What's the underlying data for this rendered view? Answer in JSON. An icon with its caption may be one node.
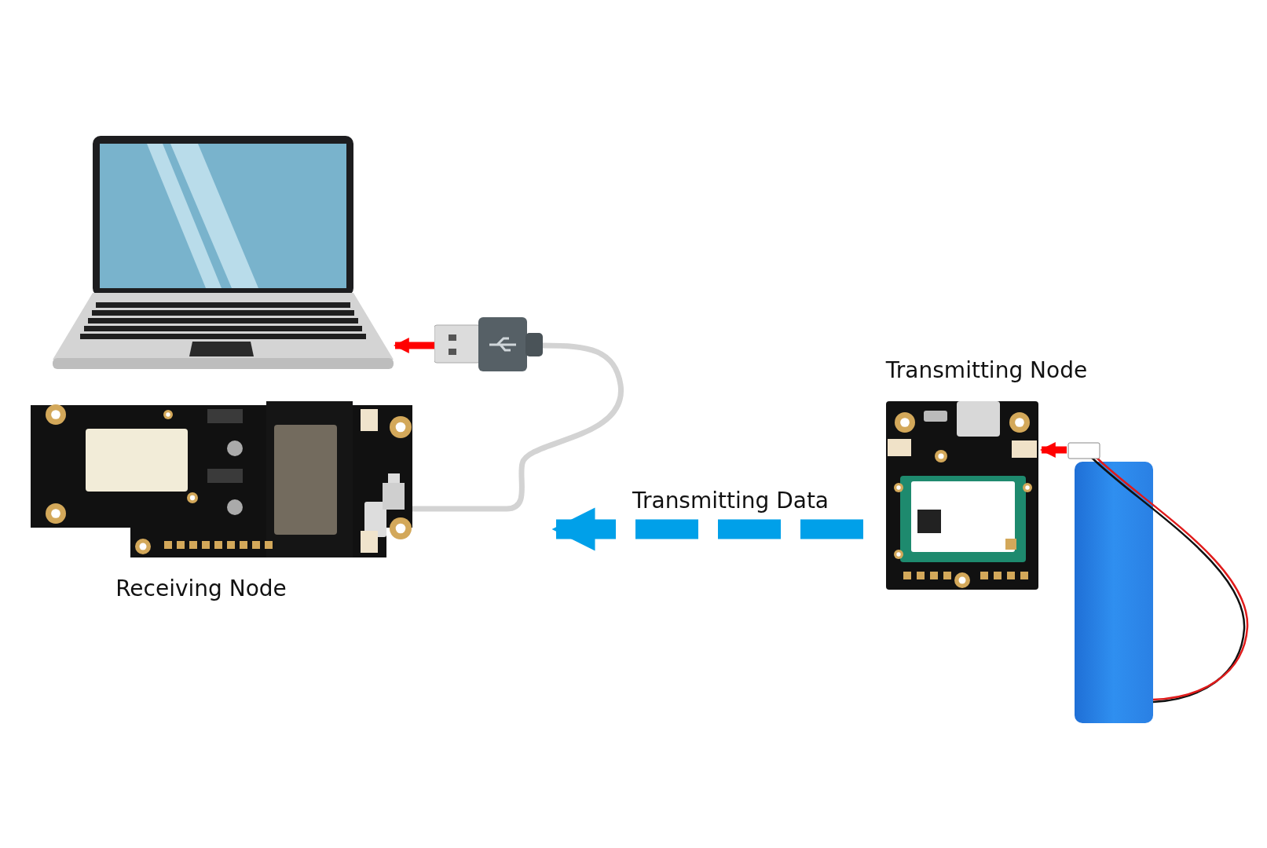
{
  "diagram": {
    "nodes": [
      {
        "text": [],
        "shape": "picture"
      },
      {
        "text": [],
        "shape": "picture"
      },
      {
        "text": [
          "Receiving Node"
        ]
      },
      {
        "text": [
          "Transmitting Node"
        ]
      },
      {
        "text": [],
        "shape": "picture"
      }
    ],
    "edges": [
      {
        "from": 1,
        "to": 0,
        "arrow": "to",
        "color": "#ff0000"
      },
      {
        "from": 2,
        "to": 1,
        "arrow": "none",
        "color": "#d3d3d3"
      },
      {
        "from": 4,
        "to": 3,
        "arrow": "to",
        "color": "#ff0000"
      },
      {
        "from": 3,
        "to": 2,
        "arrow": "to",
        "style": "dashed",
        "color": "#00a0e9",
        "label": "Transmitting Data"
      }
    ]
  }
}
